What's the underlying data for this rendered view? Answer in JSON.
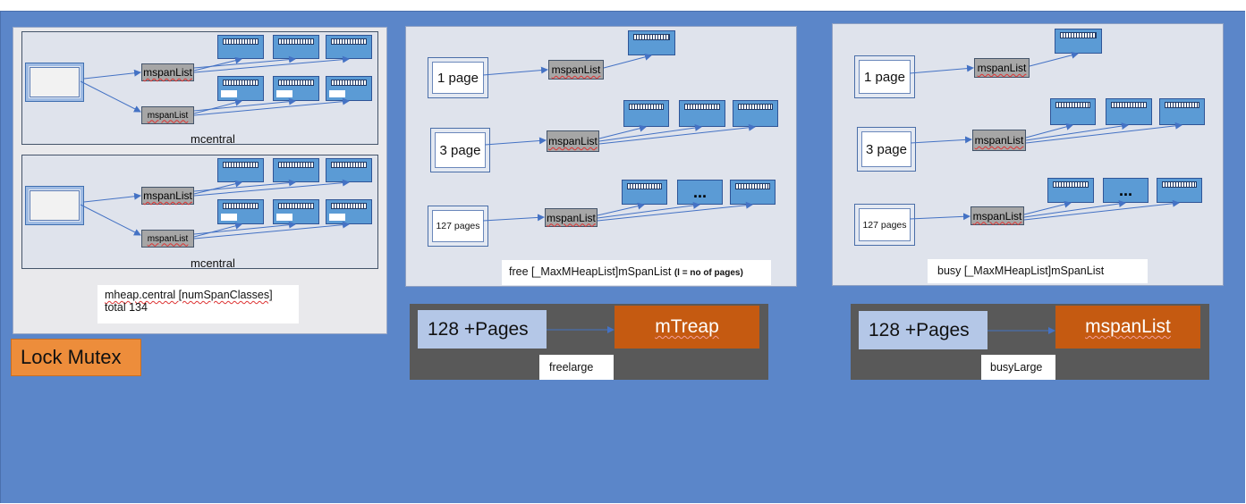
{
  "left_group": {
    "mcentral_label": "mcentral",
    "mcentral_label_2": "mcentral",
    "mspanlist_label": "mspanList",
    "mheap_text": "mheap.central [numSpanClasses]",
    "total_text": "total 134"
  },
  "free_group": {
    "pages": [
      "1 page",
      "3 page",
      "127 pages"
    ],
    "mspanlist_label": "mspanList",
    "ellipsis": "...",
    "caption_main": "free [_MaxMHeapList]mSpanList",
    "caption_note": "(l = no of pages)"
  },
  "busy_group": {
    "pages": [
      "1 page",
      "3 page",
      "127 pages"
    ],
    "mspanlist_label": "mspanList",
    "ellipsis": "...",
    "caption_main": "busy [_MaxMHeapList]mSpanList"
  },
  "freelarge": {
    "pages_label": "128 +Pages",
    "target_label": "mTreap",
    "caption": "freelarge"
  },
  "busylarge": {
    "pages_label": "128 +Pages",
    "target_label": "mspanList",
    "caption": "busyLarge"
  },
  "lock_mutex": "Lock Mutex",
  "colors": {
    "background": "#5b86c9",
    "orange_box": "#c55a11",
    "lock_box": "#ed8d3b",
    "span_block": "#5b9bd5",
    "mspanlist_box": "#a6a6a6",
    "dark_panel": "#595959"
  }
}
